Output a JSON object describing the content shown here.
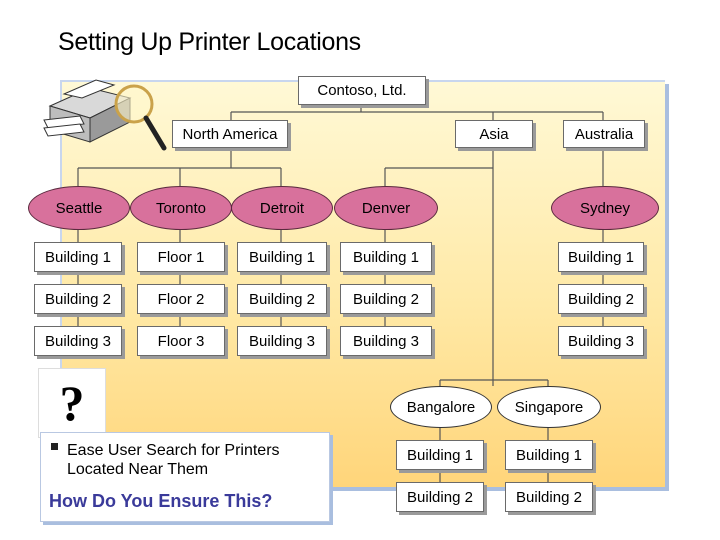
{
  "title": "Setting Up Printer Locations",
  "root": "Contoso, Ltd.",
  "regions": {
    "north_america": "North America",
    "asia": "Asia",
    "australia": "Australia"
  },
  "cities": {
    "seattle": {
      "name": "Seattle",
      "items": [
        "Building 1",
        "Building 2",
        "Building 3"
      ]
    },
    "toronto": {
      "name": "Toronto",
      "items": [
        "Floor 1",
        "Floor 2",
        "Floor 3"
      ]
    },
    "detroit": {
      "name": "Detroit",
      "items": [
        "Building 1",
        "Building 2",
        "Building 3"
      ]
    },
    "denver": {
      "name": "Denver",
      "items": [
        "Building 1",
        "Building 2",
        "Building 3"
      ]
    },
    "sydney": {
      "name": "Sydney",
      "items": [
        "Building 1",
        "Building 2",
        "Building 3"
      ]
    },
    "bangalore": {
      "name": "Bangalore",
      "items": [
        "Building 1",
        "Building 2"
      ]
    },
    "singapore": {
      "name": "Singapore",
      "items": [
        "Building 1",
        "Building 2"
      ]
    }
  },
  "callout": {
    "bullet": "Ease User Search for Printers Located Near Them",
    "question": "How Do You Ensure This?"
  },
  "question_mark": "?",
  "colors": {
    "oval_fill": "#d8719c",
    "panel_gradient": [
      "#fff9d6",
      "#ffd57a"
    ],
    "question_text": "#3a3a9a"
  },
  "icons": [
    "printer-icon",
    "magnifier-icon",
    "question-mark-icon",
    "bullet-icon"
  ]
}
